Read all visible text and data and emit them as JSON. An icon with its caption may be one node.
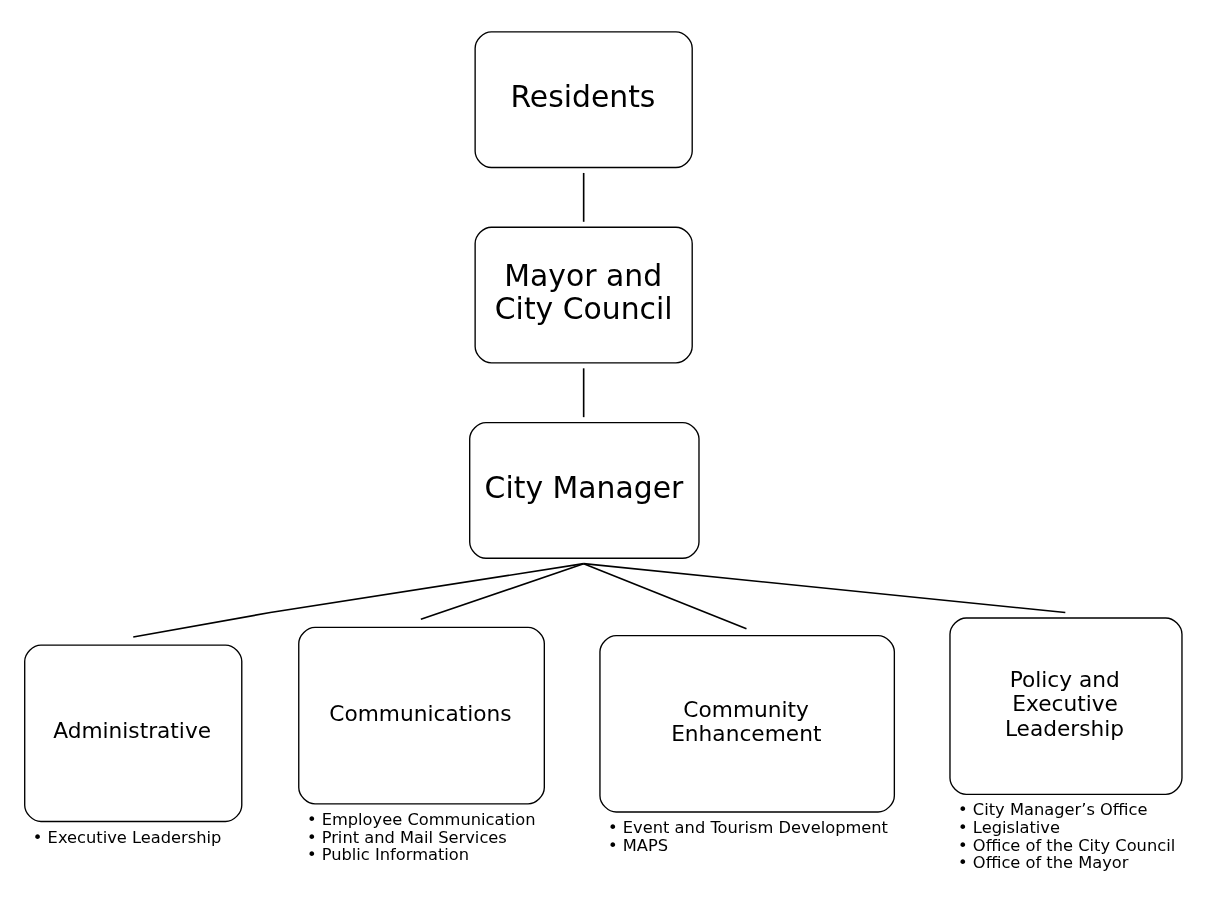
{
  "diagram": {
    "nodes": [
      {
        "text": [
          "Residents"
        ]
      },
      {
        "text": [
          "Mayor and City Council"
        ]
      },
      {
        "text": [
          "City Manager"
        ]
      },
      {
        "text": [
          "Administrative"
        ],
        "beside": [
          "• Executive Leadership"
        ]
      },
      {
        "text": [
          "Communications"
        ],
        "beside": [
          "• Employee Communication",
          "• Print and Mail Services",
          "• Public Information"
        ]
      },
      {
        "text": [
          "Community Enhancement"
        ],
        "beside": [
          "• Event and Tourism Development",
          "• MAPS"
        ]
      },
      {
        "text": [
          "Policy and Executive Leadership"
        ],
        "beside": [
          "• City Manager’s Office",
          "• Legislative",
          "• Office of the City Council",
          "• Office of the Mayor"
        ]
      }
    ],
    "edges": [
      {
        "from": 0,
        "to": 1,
        "arrow": "none"
      },
      {
        "from": 1,
        "to": 2,
        "arrow": "none"
      },
      {
        "from": 2,
        "to": 3,
        "arrow": "none"
      },
      {
        "from": 2,
        "to": 4,
        "arrow": "none"
      },
      {
        "from": 2,
        "to": 5,
        "arrow": "none"
      },
      {
        "from": 2,
        "to": 6,
        "arrow": "none"
      }
    ]
  }
}
